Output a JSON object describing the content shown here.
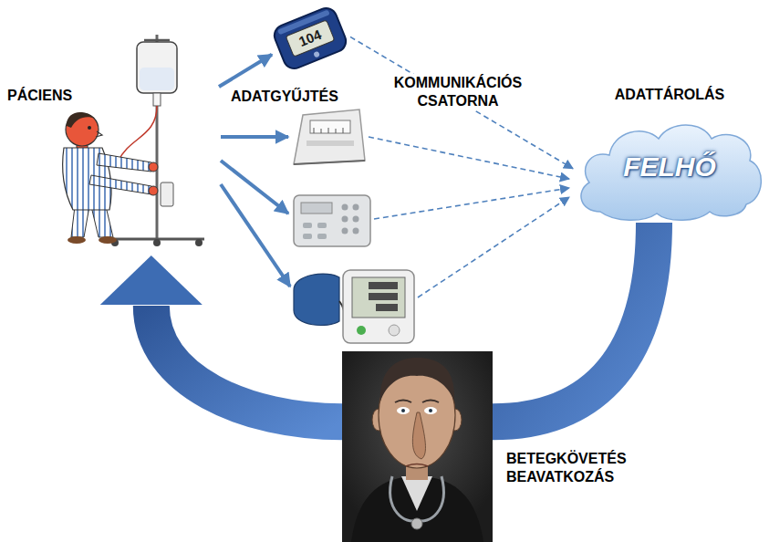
{
  "diagram": {
    "nodes": [
      {
        "text": [
          "PÁCIENS"
        ]
      },
      {
        "text": [
          "104"
        ]
      },
      {
        "text": [
          "ADATTÁROLÁS",
          "FELHŐ"
        ]
      },
      {
        "text": [
          "BETEGKÖVETÉS BEAVATKOZÁS"
        ]
      }
    ],
    "edges": [
      {
        "from": 0,
        "to": 1,
        "arrow": "to"
      },
      {
        "from": 1,
        "to": 2,
        "arrow": "to"
      },
      {
        "from": 2,
        "to": 3,
        "arrow": "none"
      },
      {
        "from": 3,
        "to": 0,
        "arrow": "to"
      }
    ],
    "labels": [
      "ADATGYŰJTÉS",
      "KOMMUNIKÁCIÓS CSATORNA"
    ]
  }
}
